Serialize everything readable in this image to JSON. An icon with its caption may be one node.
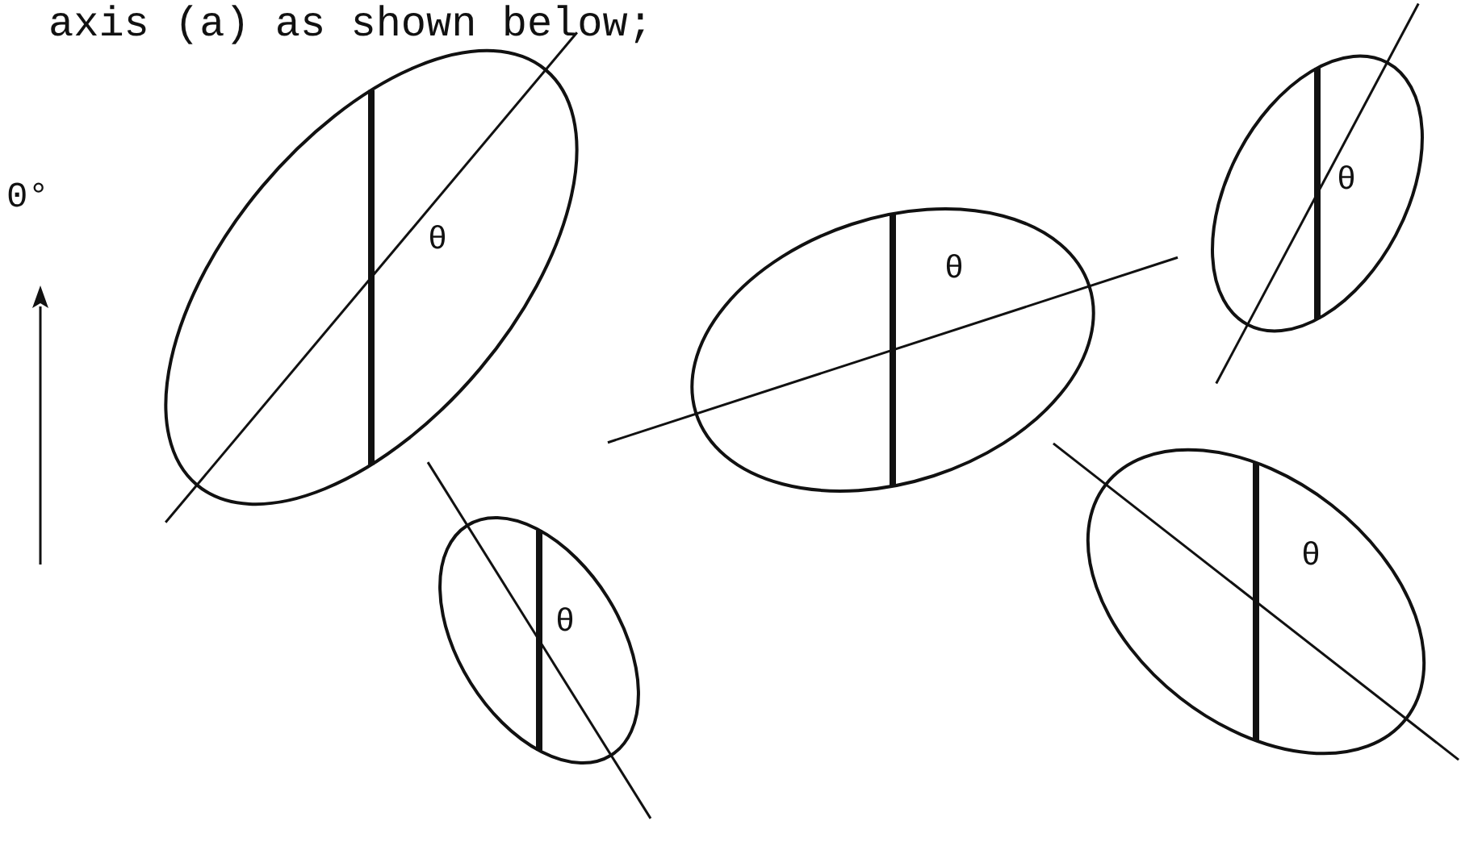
{
  "diagram": {
    "labels": [
      "axis (a) as shown below;",
      "0°",
      "θ",
      "θ",
      "θ",
      "θ",
      "θ"
    ]
  }
}
